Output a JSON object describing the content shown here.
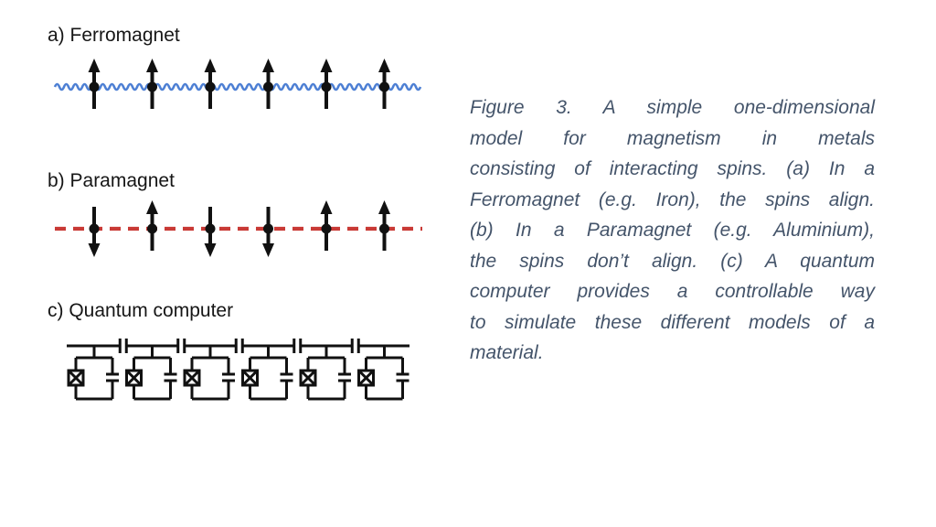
{
  "page": {
    "background": "#ffffff"
  },
  "panels": {
    "ferromagnet": {
      "label": "a) Ferromagnet",
      "line_style": "wavy",
      "line_color": "#4e80d4",
      "spin_color": "#111111",
      "spins": [
        "up",
        "up",
        "up",
        "up",
        "up",
        "up"
      ]
    },
    "paramagnet": {
      "label": "b) Paramagnet",
      "line_style": "dashed",
      "line_color": "#c93a36",
      "spin_color": "#111111",
      "spins": [
        "down",
        "up",
        "down",
        "down",
        "up",
        "up"
      ]
    },
    "quantum_computer": {
      "label": "c) Quantum computer",
      "qubit_count": 6,
      "circuit_color": "#111111",
      "components": [
        "josephson-junction",
        "shunt-capacitor",
        "coupling-capacitor"
      ]
    }
  },
  "caption": {
    "color": "#44546a",
    "lines": [
      "Figure 3. A simple one-dimensional",
      "model for magnetism in metals",
      "consisting of interacting spins. (a) In a",
      "Ferromagnet (e.g. Iron), the spins align.",
      "(b) In a Paramagnet (e.g. Aluminium),",
      "the spins don’t align. (c) A quantum",
      "computer provides a controllable way",
      "to simulate these different models of a",
      "material."
    ],
    "full_text": "Figure 3. A simple one-dimensional model for magnetism in metals consisting of interacting spins. (a) In a Ferromagnet (e.g. Iron), the spins align. (b) In a Paramagnet (e.g. Aluminium), the spins don’t align. (c) A quantum computer provides a controllable way to simulate these different models of a material."
  }
}
